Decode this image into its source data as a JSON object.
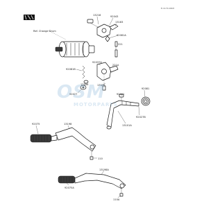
{
  "doc_code": "E-1170-0003",
  "caption": "Ref. Change Drum",
  "watermark": {
    "logo": "OSM",
    "subtitle": "MOTORPARTS"
  },
  "labels": [
    {
      "id": "l1",
      "text": "13218"
    },
    {
      "id": "l2",
      "text": "92043"
    },
    {
      "id": "l3",
      "text": "13183"
    },
    {
      "id": "l4",
      "text": "92081A"
    },
    {
      "id": "l5",
      "text": "221"
    },
    {
      "id": "l6",
      "text": "92081B"
    },
    {
      "id": "l7",
      "text": "92037A"
    },
    {
      "id": "l8",
      "text": "221A"
    },
    {
      "id": "l9",
      "text": "13070"
    },
    {
      "id": "l10",
      "text": "13236"
    },
    {
      "id": "l11",
      "text": "92027"
    },
    {
      "id": "l12",
      "text": "92081"
    },
    {
      "id": "l13",
      "text": "92001"
    },
    {
      "id": "l14",
      "text": "92027B"
    },
    {
      "id": "l15",
      "text": "13101A"
    },
    {
      "id": "l16",
      "text": "92075"
    },
    {
      "id": "l17",
      "text": "13198"
    },
    {
      "id": "l18",
      "text": "110"
    },
    {
      "id": "l19",
      "text": "13198A"
    },
    {
      "id": "l20",
      "text": "92075A"
    },
    {
      "id": "l21",
      "text": "110A"
    }
  ]
}
